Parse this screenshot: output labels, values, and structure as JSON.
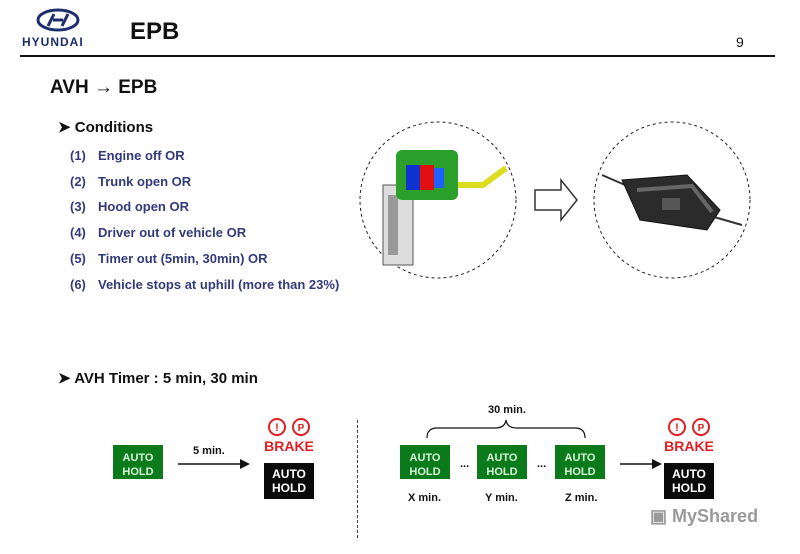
{
  "header": {
    "logo_text": "HYUNDAI",
    "title": "EPB",
    "page_number": "9"
  },
  "main": {
    "heading": "AVH → EPB",
    "conditions_title": "Conditions",
    "conditions": [
      {
        "num": "(1)",
        "text": "Engine off OR"
      },
      {
        "num": "(2)",
        "text": "Trunk open OR"
      },
      {
        "num": "(3)",
        "text": "Hood open OR"
      },
      {
        "num": "(4)",
        "text": "Driver out of vehicle OR"
      },
      {
        "num": "(5)",
        "text": "Timer out (5min, 30min) OR"
      },
      {
        "num": "(6)",
        "text": "Vehicle stops at uphill (more than 23%)"
      }
    ],
    "timer_title": "AVH  Timer : 5 min, 30 min"
  },
  "diagram": {
    "auto_line1": "AUTO",
    "auto_line2": "HOLD",
    "five_min": "5 min.",
    "thirty_min": "30 min.",
    "ellipsis": "...",
    "brake_label": "BRAKE",
    "x_min": "X min.",
    "y_min": "Y min.",
    "z_min": "Z min.",
    "icons": [
      "warning-circle-icon",
      "parking-circle-icon"
    ],
    "colors": {
      "auto_hold_green": "#0b7a1a",
      "brake_red": "#e02020"
    }
  },
  "watermark": {
    "text": "MyShared"
  }
}
